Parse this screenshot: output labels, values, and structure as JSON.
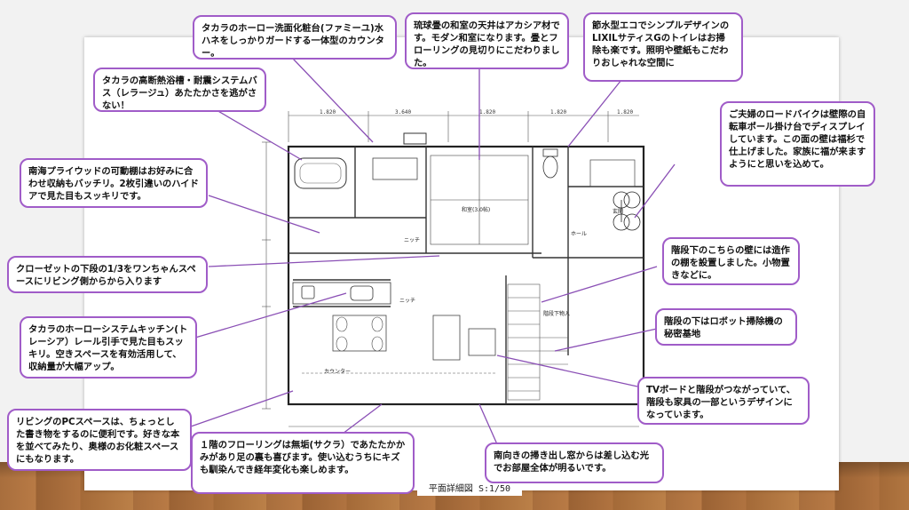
{
  "callouts": {
    "washbasin": "タカラのホーロー洗面化粧台(ファミーユ)水ハネをしっかりガードする一体型のカウンター。",
    "washitsu": "琉球畳の和室の天井はアカシア材です。モダン和室になります。畳とフローリングの見切りにこだわりました。",
    "toilet": "節水型エコでシンプルデザインのLIXILサティスGのトイレはお掃除も楽です。照明や壁紙もこだわりおしゃれな空間に",
    "bath": "タカラの高断熱浴槽・耐震システムバス（レラージュ）あたたかさを逃がさない！",
    "bike": "ご夫婦のロードバイクは壁際の自転車ポール掛け台でディスプレイしています。この面の壁は福杉で仕上げました。家族に福が来ますようにと思いを込めて。",
    "shelf": "南海プライウッドの可動棚はお好みに合わせ収納もバッチリ。2枚引違いのハイドアで見た目もスッキリです。",
    "closet": "クローゼットの下段の1/3をワンちゃんスペースにリビング側からから入ります",
    "stairwall": "階段下のこちらの壁には造作の棚を設置しました。小物置きなどに。",
    "kitchen": "タカラのホーローシステムキッチン(トレーシア）レール引手で見た目もスッキリ。空きスペースを有効活用して、収納量が大幅アップ。",
    "robot": "階段の下はロボット掃除機の秘密基地",
    "tvboard": "TVボードと階段がつながっていて、階段も家具の一部というデザインになっています。",
    "pcspace": "リビングのPCスペースは、ちょっとした書き物をするのに便利です。好きな本を並べてみたり、奥様のお化粧スペースにもなります。",
    "flooring": "１階のフローリングは無垢(サクラ）であたたかかみがあり足の裏も喜びます。使い込むうちにキズも馴染んでき経年変化も楽しめます。",
    "window": "南向きの掃き出し窓からは差し込む光でお部屋全体が明るいです。"
  },
  "plan": {
    "title": "平面詳細図 S:1/50",
    "dims_top": [
      "1.820",
      "3.640",
      "1.820",
      "1.820",
      "1.820"
    ],
    "labels": {
      "washitsu": "和室(3.0帖)",
      "hall": "ホール",
      "entrance": "玄関",
      "niche1": "ニッチ",
      "niche2": "ニッチ",
      "stairs_label": "階段下物入",
      "counter": "カウンター"
    }
  },
  "colors": {
    "callout_border": "#a05cc8",
    "leader": "#8a4fb5"
  }
}
